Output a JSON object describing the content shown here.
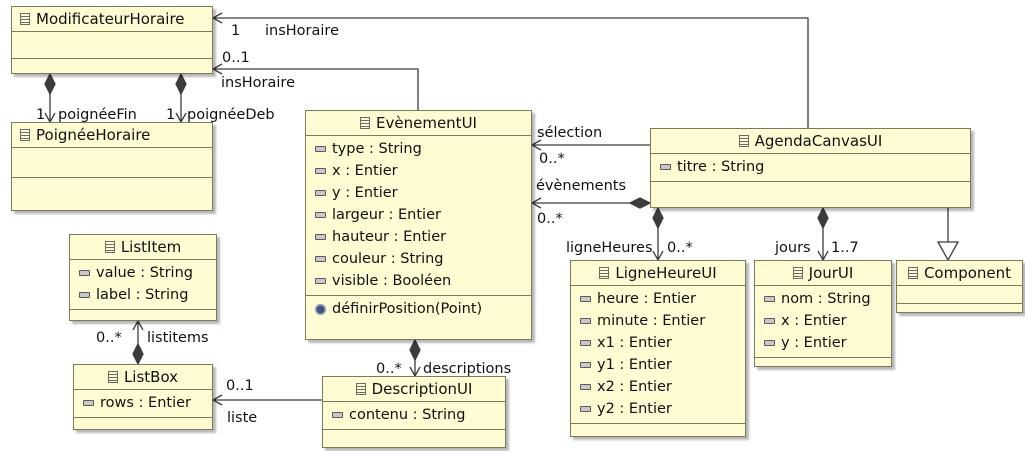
{
  "classes": {
    "modificateur": {
      "name": "ModificateurHoraire",
      "attributes": [],
      "operations": []
    },
    "poignee": {
      "name": "PoignéeHoraire",
      "attributes": [],
      "operations": []
    },
    "evenement": {
      "name": "EvènementUI",
      "attributes": [
        "type : String",
        "x : Entier",
        "y : Entier",
        "largeur : Entier",
        "hauteur : Entier",
        "couleur : String",
        "visible : Booléen"
      ],
      "operations": [
        "définirPosition(Point)"
      ]
    },
    "agenda": {
      "name": "AgendaCanvasUI",
      "attributes": [
        "titre : String"
      ],
      "operations": []
    },
    "listitem": {
      "name": "ListItem",
      "attributes": [
        "value : String",
        "label : String"
      ],
      "operations": []
    },
    "listbox": {
      "name": "ListBox",
      "attributes": [
        "rows : Entier"
      ],
      "operations": []
    },
    "description": {
      "name": "DescriptionUI",
      "attributes": [
        "contenu : String"
      ],
      "operations": []
    },
    "ligneheure": {
      "name": "LigneHeureUI",
      "attributes": [
        "heure : Entier",
        "minute : Entier",
        "x1 : Entier",
        "y1 : Entier",
        "x2 : Entier",
        "y2 : Entier"
      ],
      "operations": []
    },
    "jour": {
      "name": "JourUI",
      "attributes": [
        "nom : String",
        "x : Entier",
        "y : Entier"
      ],
      "operations": []
    },
    "component": {
      "name": "Component",
      "attributes": [],
      "operations": []
    }
  },
  "labels": {
    "ins1_mult": "1",
    "ins1_role": "insHoraire",
    "ins2_mult": "0..1",
    "ins2_role": "insHoraire",
    "fin_mult": "1",
    "fin_role": "poignéeFin",
    "deb_mult": "1",
    "deb_role": "poignéeDeb",
    "sel_role": "sélection",
    "sel_mult": "0..*",
    "evs_role": "évènements",
    "evs_mult": "0..*",
    "lh_role": "ligneHeures",
    "lh_mult": "0..*",
    "jours_role": "jours",
    "jours_mult": "1..7",
    "desc_mult": "0..*",
    "desc_role": "descriptions",
    "li_mult": "0..*",
    "li_role": "listitems",
    "liste_mult": "0..1",
    "liste_role": "liste"
  }
}
